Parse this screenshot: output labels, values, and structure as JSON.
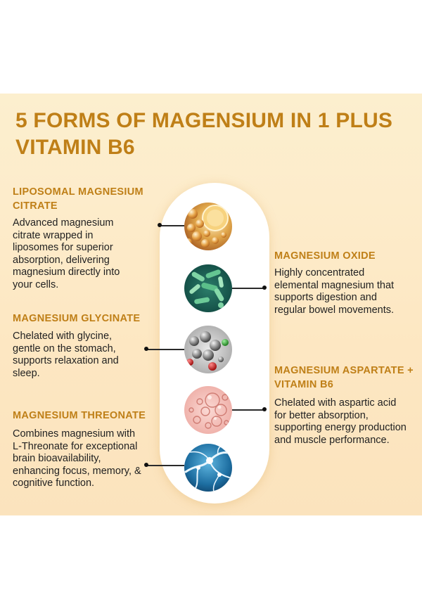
{
  "title": "5 FORMS OF MAGENSIUM IN 1 PLUS VITAMIN B6",
  "forms": [
    {
      "heading": "LIPOSOMAL MAGNESIUM CITRATE",
      "description": "Advanced magnesium citrate wrapped in liposomes for superior absorption, delivering magnesium directly into your cells.",
      "icon": "liposome-bubbles-icon"
    },
    {
      "heading": "MAGNESIUM OXIDE",
      "description": "Highly concentrated elemental magnesium that supports digestion and regular bowel movements.",
      "icon": "gut-bacteria-icon"
    },
    {
      "heading": "MAGNESIUM GLYCINATE",
      "description": "Chelated with glycine, gentle on the stomach, supports relaxation and sleep.",
      "icon": "molecule-model-icon"
    },
    {
      "heading": "MAGNESIUM ASPARTATE + VITAMIN B6",
      "description": "Chelated with aspartic acid for better absorption, supporting energy production and muscle performance.",
      "icon": "cell-bubbles-icon"
    },
    {
      "heading": "MAGNESIUM THREONATE",
      "description": "Combines magnesium with L-Threonate for exceptional brain bioavailability, enhancing focus, memory, & cognitive function.",
      "icon": "neuron-network-icon"
    }
  ],
  "colors": {
    "accent": "#bf7f17",
    "text": "#222222",
    "background": "#fdeccb",
    "capsule": "#ffffff"
  }
}
